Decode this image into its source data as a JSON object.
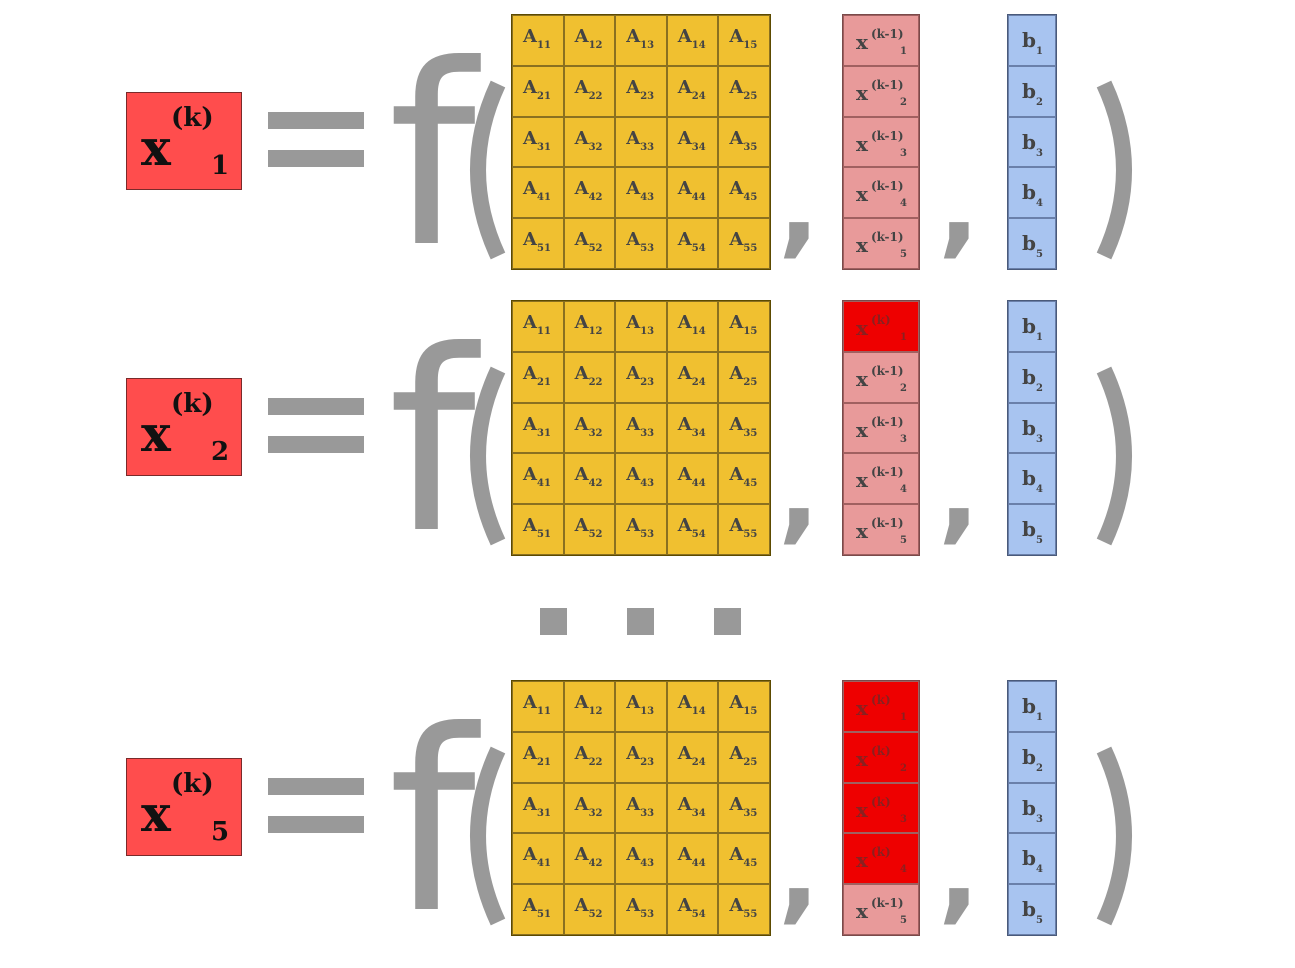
{
  "colors": {
    "result": "#ff4d4d",
    "matrix": "#f0c030",
    "x_old": "#e89a9a",
    "x_new": "#ee0000",
    "b": "#a8c4f0",
    "symbol": "#999999"
  },
  "function_symbol": "f",
  "comma": ",",
  "matrix_label": "A",
  "vector_x_label": "x",
  "vector_b_label": "b",
  "matrix_indices": [
    [
      "11",
      "12",
      "13",
      "14",
      "15"
    ],
    [
      "21",
      "22",
      "23",
      "24",
      "25"
    ],
    [
      "31",
      "32",
      "33",
      "34",
      "35"
    ],
    [
      "41",
      "42",
      "43",
      "44",
      "45"
    ],
    [
      "51",
      "52",
      "53",
      "54",
      "55"
    ]
  ],
  "vector_indices": [
    "1",
    "2",
    "3",
    "4",
    "5"
  ],
  "old_iter_sup": "(k-1)",
  "new_iter_sup": "(k)",
  "equations": [
    {
      "lhs": {
        "base": "x",
        "sup": "(k)",
        "sub": "1"
      },
      "x_states": [
        "old",
        "old",
        "old",
        "old",
        "old"
      ]
    },
    {
      "lhs": {
        "base": "x",
        "sup": "(k)",
        "sub": "2"
      },
      "x_states": [
        "new",
        "old",
        "old",
        "old",
        "old"
      ]
    },
    {
      "lhs": {
        "base": "x",
        "sup": "(k)",
        "sub": "5"
      },
      "x_states": [
        "new",
        "new",
        "new",
        "new",
        "old"
      ]
    }
  ],
  "ellipsis": ". . ."
}
